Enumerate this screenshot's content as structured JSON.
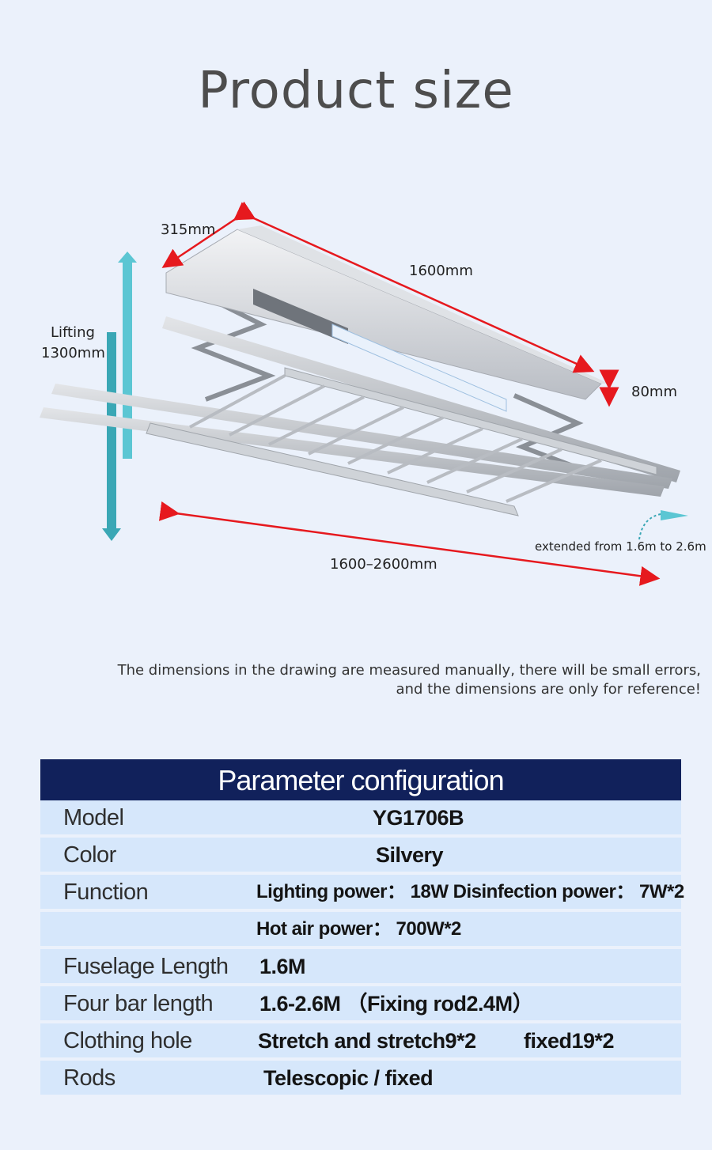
{
  "header": {
    "title": "Product size"
  },
  "diagram": {
    "width_label": "315mm",
    "length_label": "1600mm",
    "lifting_label_line1": "Lifting",
    "lifting_label_line2": "1300mm",
    "height_label": "80mm",
    "extended_note": "extended from 1.6m to 2.6m",
    "extended_range": "1600–2600mm",
    "colors": {
      "dimension_arrow": "#e6191e",
      "lift_arrow": "#5bc6d3",
      "teal_arrow": "#3aa7b5"
    }
  },
  "note": {
    "line1": "The dimensions in the drawing are measured manually, there will be small errors,",
    "line2": "and the dimensions are only for reference!"
  },
  "params": {
    "title": "Parameter configuration",
    "colors": {
      "header_bg": "#11215b",
      "row_bg": "#d6e7fb"
    },
    "rows": [
      {
        "label": "Model",
        "value": "YG1706B"
      },
      {
        "label": "Color",
        "value": "Silvery"
      },
      {
        "label": "Function",
        "value": "Lighting power： 18W  Disinfection power： 7W*2"
      },
      {
        "label": "",
        "value": "Hot air power： 700W*2"
      },
      {
        "label": "Fuselage Length",
        "value": "1.6M"
      },
      {
        "label": "Four bar length",
        "value": "1.6-2.6M （Fixing rod2.4M）"
      },
      {
        "label": "Clothing hole",
        "value": "Stretch and stretch9*2",
        "value2": "fixed19*2"
      },
      {
        "label": "Rods",
        "value": "Telescopic / fixed"
      }
    ]
  }
}
